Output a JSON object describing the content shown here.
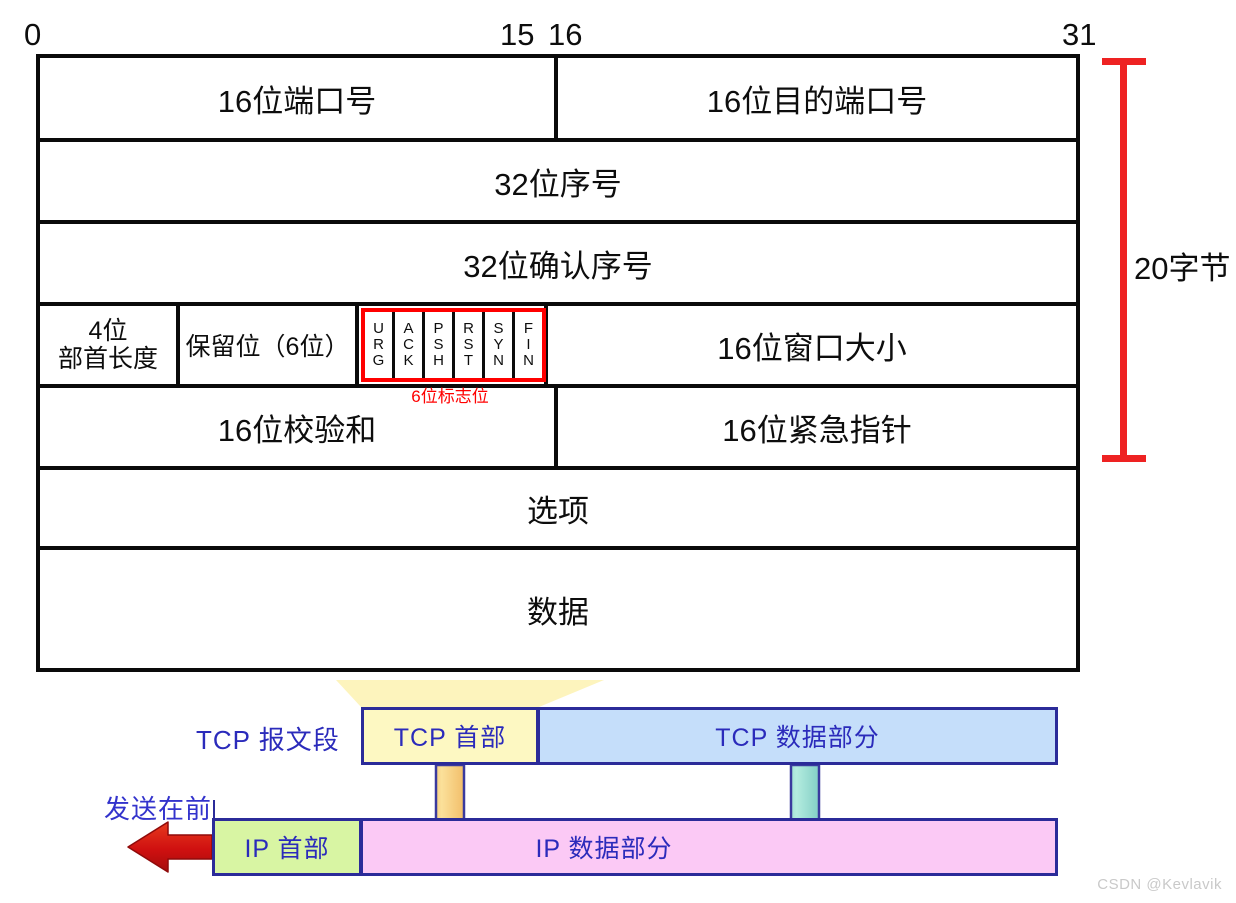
{
  "ruler": {
    "ticks": [
      {
        "label": "0"
      },
      {
        "label": "15"
      },
      {
        "label": "16"
      },
      {
        "label": "31"
      }
    ]
  },
  "tcp_header": {
    "rows": {
      "ports": {
        "source": "16位端口号",
        "destination": "16位目的端口号"
      },
      "sequence": "32位序号",
      "acknowledgement": "32位确认序号",
      "control": {
        "header_length_line1": "4位",
        "header_length_line2": "部首长度",
        "reserved": "保留位（6位）",
        "flags": [
          {
            "line1": "U",
            "line2": "R",
            "line3": "G"
          },
          {
            "line1": "A",
            "line2": "C",
            "line3": "K"
          },
          {
            "line1": "P",
            "line2": "S",
            "line3": "H"
          },
          {
            "line1": "R",
            "line2": "S",
            "line3": "T"
          },
          {
            "line1": "S",
            "line2": "Y",
            "line3": "N"
          },
          {
            "line1": "F",
            "line2": "I",
            "line3": "N"
          }
        ],
        "flags_caption": "6位标志位",
        "window_size": "16位窗口大小"
      },
      "checksum_row": {
        "checksum": "16位校验和",
        "urgent_pointer": "16位紧急指针"
      },
      "options": "选项",
      "data": "数据"
    }
  },
  "bracket": {
    "label": "20字节",
    "color": "#ee2222"
  },
  "encapsulation": {
    "tcp_segment_label": "TCP 报文段",
    "send_first_label": "发送在前",
    "tcp_header_box": "TCP 首部",
    "tcp_data_box": "TCP 数据部分",
    "ip_header_box": "IP 首部",
    "ip_data_box": "IP 数据部分",
    "colors": {
      "tcp_header_fill": "#fdf8c2",
      "tcp_data_fill": "#c5defa",
      "ip_header_fill": "#d8f5a3",
      "ip_data_fill": "#fbc9f5",
      "box_border": "#2b2b99",
      "text": "#2b2bbb",
      "send_arrow": "#d41616",
      "yellow_arrow": "#f5c268",
      "teal_arrow": "#7fd8c8"
    }
  },
  "watermark": "CSDN @Kevlavik",
  "chart_data": {
    "type": "table",
    "title": "TCP 首部格式",
    "columns": [
      "0-15",
      "16-31"
    ],
    "rows": [
      {
        "label": "16位端口号 / 16位目的端口号",
        "bits": 32
      },
      {
        "label": "32位序号",
        "bits": 32
      },
      {
        "label": "32位确认序号",
        "bits": 32
      },
      {
        "label": "4位部首长度 / 保留位（6位） / 6位标志位 / 16位窗口大小",
        "bits": 32
      },
      {
        "label": "16位校验和 / 16位紧急指针",
        "bits": 32
      },
      {
        "label": "选项",
        "bits": 32
      },
      {
        "label": "数据",
        "bits": 32
      }
    ],
    "annotation": "20字节"
  }
}
